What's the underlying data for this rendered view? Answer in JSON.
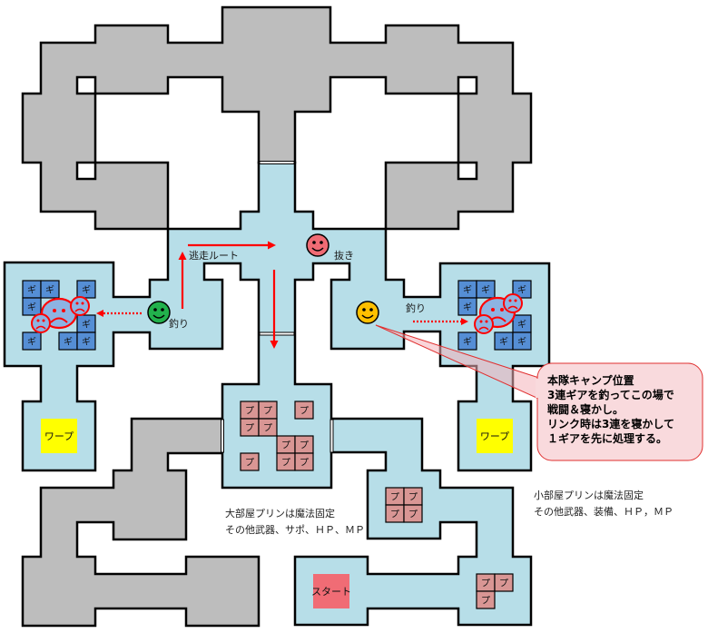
{
  "map": {
    "escape_route_label": "逃走ルート",
    "puller_label": "抜き",
    "pull_left_label": "釣り",
    "pull_right_label": "釣り",
    "warp_left_label": "ワープ",
    "warp_right_label": "ワープ",
    "start_label": "スタート",
    "gear_label": "ギ",
    "pudding_label": "プ",
    "rooms": {
      "left_gear_room": {
        "gear_count": 8,
        "linked_group_size": 3
      },
      "right_gear_room": {
        "gear_count": 8,
        "linked_group_size": 3
      },
      "large_pudding_room": {
        "pudding_count": 10
      },
      "middle_pudding_room": {
        "pudding_count": 4
      },
      "small_pudding_room": {
        "pudding_count": 3
      }
    }
  },
  "markers": {
    "puller_left": {
      "icon": "smiley-face",
      "color": "#22b14c"
    },
    "puller_center": {
      "icon": "smiley-face",
      "color": "#ef6b74"
    },
    "main_party": {
      "icon": "smiley-face",
      "color": "#ffc000"
    },
    "linked_enemies": {
      "icon": "frowning-face",
      "color": "#8db3e2",
      "outline": "#ff0000"
    }
  },
  "callout": {
    "lines": [
      "本隊キャンプ位置",
      "3連ギアを釣ってこの場で",
      "戦闘＆寝かし。",
      "リンク時は3連を寝かして",
      "１ギアを先に処理する。"
    ]
  },
  "notes": {
    "large_room": [
      "大部屋プリンは魔法固定",
      "その他武器、サポ、ＨＰ、ＭＰ"
    ],
    "small_room": [
      "小部屋プリンは魔法固定",
      "その他武器、装備、ＨＰ，ＭＰ"
    ]
  },
  "colors": {
    "blue_floor": "#b7dee8",
    "gray_floor": "#bdbdbd",
    "gear": "#558ed5",
    "pudding": "#d99694",
    "warp": "#ffff00",
    "start": "#f06c75",
    "route": "#ff0000",
    "callout_fill": "#f9dadd",
    "callout_border": "#e03030"
  }
}
